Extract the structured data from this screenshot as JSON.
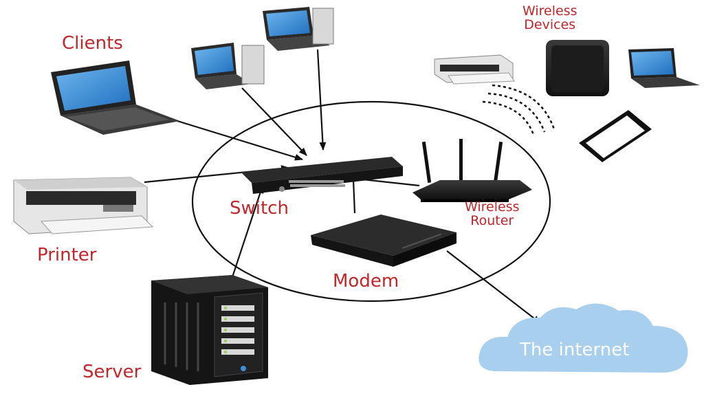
{
  "labels": {
    "clients": "Clients",
    "wireless_devices_line1": "Wireless",
    "wireless_devices_line2": "Devices",
    "switch": "Switch",
    "wireless_router_line1": "Wireless",
    "wireless_router_line2": "Router",
    "printer": "Printer",
    "modem": "Modem",
    "server": "Server",
    "internet": "The internet"
  },
  "colors": {
    "label": "#c0262a",
    "cloud": "#a9cfee",
    "line": "#111111",
    "device_dark": "#1b1b1b",
    "screen": "#3d8fd6"
  },
  "icons": [
    "laptop-icon",
    "printer-icon",
    "server-icon",
    "switch-icon",
    "router-icon",
    "modem-icon",
    "phone-icon",
    "speaker-icon",
    "cloud-icon",
    "wifi-signal-icon"
  ]
}
